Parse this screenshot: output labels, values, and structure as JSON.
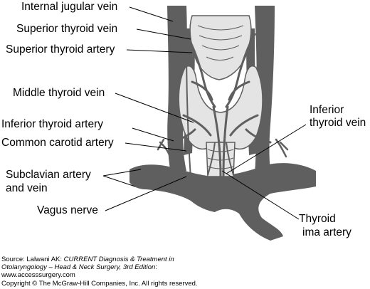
{
  "colors": {
    "background": "#ffffff",
    "anatomy": "#5f5f5f",
    "gland": "#e4e4e4",
    "line": "#000000"
  },
  "labels": {
    "internal_jugular_vein": "Internal jugular vein",
    "superior_thyroid_vein": "Superior thyroid vein",
    "superior_thyroid_artery": "Superior thyroid artery",
    "middle_thyroid_vein": "Middle thyroid vein",
    "inferior_thyroid_artery": "Inferior thyroid artery",
    "common_carotid_artery": "Common carotid artery",
    "subclavian_line1": "Subclavian artery",
    "subclavian_line2": "and vein",
    "vagus_nerve": "Vagus nerve",
    "inferior_thyroid_vein_line1": "Inferior",
    "inferior_thyroid_vein_line2": "thyroid vein",
    "thyroid_ima_line1": "Thyroid",
    "thyroid_ima_line2": "ima artery"
  },
  "source": {
    "prefix": "Source: Lalwani AK: ",
    "title_line1": "CURRENT Diagnosis & Treatment in",
    "title_line2": "Otolaryngology – Head & Neck Surgery, 3rd Edition",
    "title_suffix": ":",
    "website": "www.accesssurgery.com",
    "copyright": "Copyright © The McGraw-Hill Companies, Inc. All rights reserved."
  }
}
